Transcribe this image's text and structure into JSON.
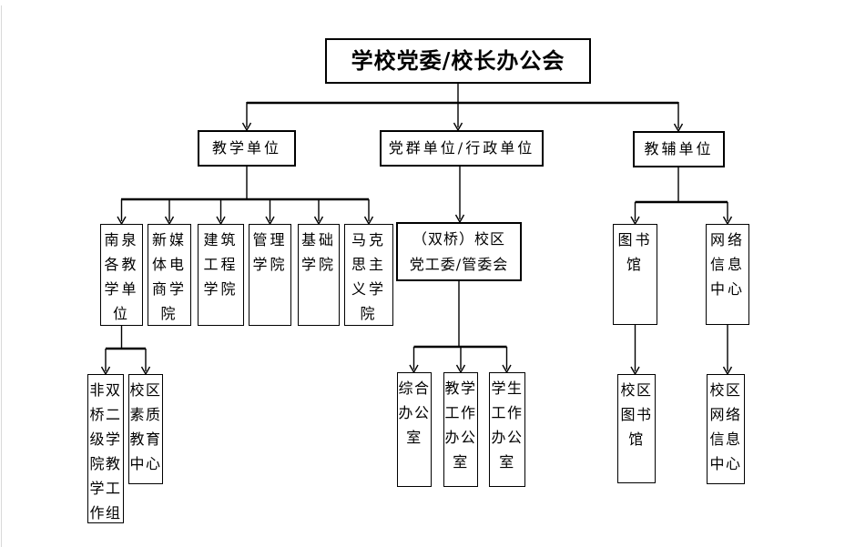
{
  "diagram_title": "学校党委/校长办公会",
  "colors": {
    "line": "#000000",
    "background": "#ffffff",
    "page_edge": "#d9d9d9",
    "text": "#000000"
  },
  "nodes": {
    "root": "学校党委/校长办公会",
    "teaching_units": "教学单位",
    "party_admin_units": "党群单位/行政单位",
    "support_units": "教辅单位",
    "nanquan_teaching": "南泉\n各教\n学单\n位",
    "new_media_college": "新媒\n体电\n商学\n院",
    "construction_college": "建筑\n工程\n学院",
    "management_college": "管理\n学院",
    "foundation_college": "基础\n学院",
    "marxism_college": "马克\n思主\n义学\n院",
    "shuangqiao_committee": "（双桥）校区\n党工委/管委会",
    "general_office": "综合\n办公\n室",
    "teaching_affairs_office": "教学\n工作\n办公\n室",
    "student_affairs_office": "学生\n工作\n办公\n室",
    "library": "图书\n馆",
    "network_info_center": "网络\n信息\n中心",
    "non_shuangqiao_group": "非双\n桥二\n级学\n院教\n学工\n作组",
    "quality_education_center": "校区\n素质\n教育\n中心",
    "campus_library": "校区\n图书\n馆",
    "campus_network_center": "校区\n网络\n信息\n中心"
  }
}
